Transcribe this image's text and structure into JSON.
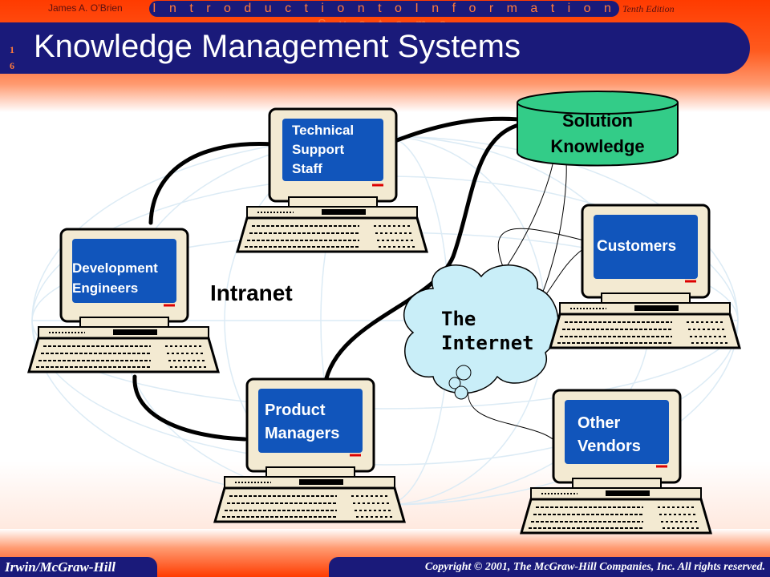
{
  "header": {
    "author": "James A. O’Brien",
    "series_title": "I n t r o d u c t i o n   t o   I n f o r m a t i o n   S y s t e m s",
    "edition": "Tenth Edition",
    "slide_number_top": "1",
    "slide_number_bottom": "6",
    "title": "Knowledge Management Systems"
  },
  "diagram": {
    "intranet_label": "Intranet",
    "database_label_line1": "Solution",
    "database_label_line2": "Knowledge",
    "cloud_label_line1": "The",
    "cloud_label_line2": "Internet",
    "computers": {
      "technical": [
        "Technical",
        "Support",
        "Staff"
      ],
      "development": [
        "Development",
        "Engineers"
      ],
      "product": [
        "Product",
        "Managers"
      ],
      "customers": [
        "Customers"
      ],
      "vendors": [
        "Other",
        "Vendors"
      ]
    }
  },
  "footer": {
    "publisher": "Irwin/McGraw-Hill",
    "copyright": "Copyright © 2001, The McGraw-Hill Companies, Inc. All rights reserved."
  },
  "colors": {
    "navy": "#1a1a7a",
    "accent_orange": "#ff3b00",
    "screen_blue": "#1155bb",
    "database_green": "#33cc88",
    "cloud_blue": "#c9eef8"
  }
}
